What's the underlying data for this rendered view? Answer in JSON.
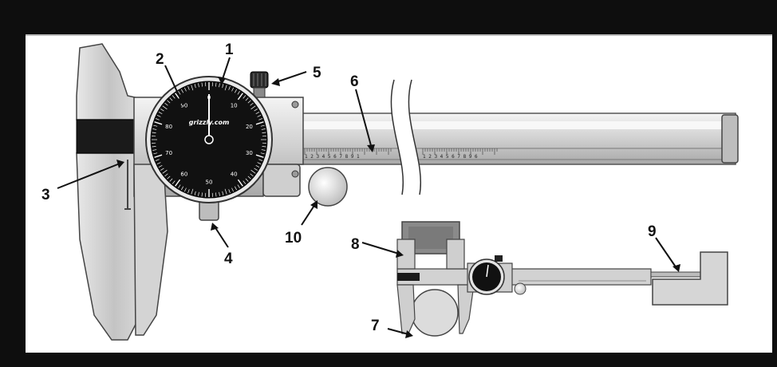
{
  "labels": {
    "l1": "1",
    "l2": "2",
    "l3": "3",
    "l4": "4",
    "l5": "5",
    "l6": "6",
    "l7": "7",
    "l8": "8",
    "l9": "9",
    "l10": "10"
  },
  "dial": {
    "brand": "grizzly.com",
    "numbers": [
      "0",
      "10",
      "20",
      "30",
      "40",
      "50",
      "60",
      "70",
      "80",
      "90"
    ]
  },
  "scale": {
    "left_numbers": "1 2 3 4 5 6 7 8 9 1",
    "right_numbers": "1 2 3 4 5 6 7 8 9 6"
  },
  "colors": {
    "background": "#0e0e0e",
    "panel": "#ffffff",
    "metal": "#d6d6d6",
    "metal_dark": "#9a9a9a",
    "dial_face": "#111111",
    "ink": "#111111"
  }
}
